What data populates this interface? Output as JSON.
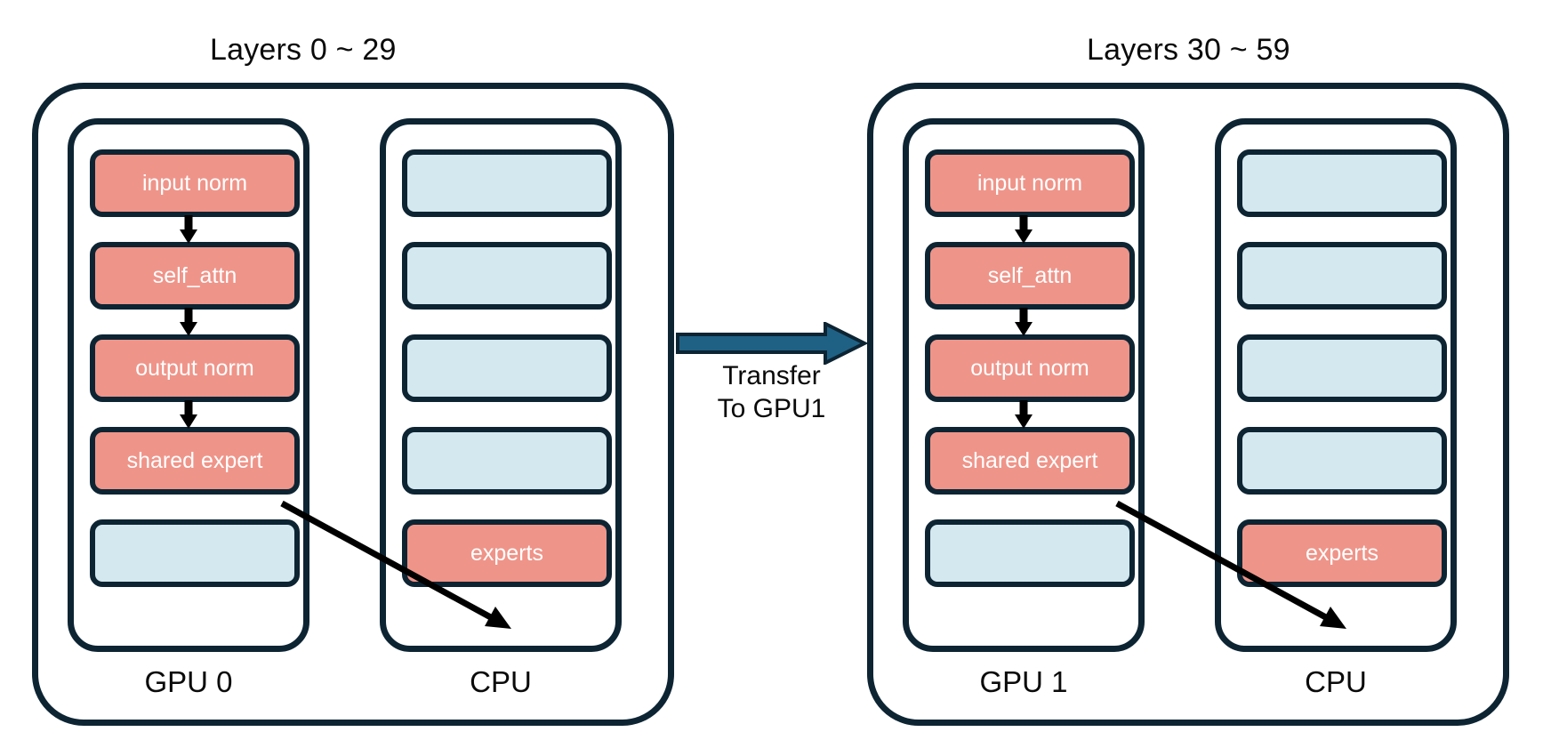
{
  "diagram": {
    "title_left": "Layers 0 ~ 29",
    "title_right": "Layers 30 ~ 59",
    "transfer": {
      "line1": "Transfer",
      "line2": "To GPU1",
      "arrow_color": "#1f6185",
      "arrow_outline": "#0d2433"
    },
    "colors": {
      "outline": "#0d2433",
      "hot_block": "#ef9489",
      "cool_block": "#d3e8ef",
      "background": "#ffffff",
      "text_on_block": "#ffffff",
      "text_label": "#0a0a0a"
    },
    "devices": [
      {
        "id": "device-left",
        "gpu": {
          "caption": "GPU 0",
          "slots": [
            {
              "label": "input norm",
              "kind": "hot"
            },
            {
              "label": "self_attn",
              "kind": "hot"
            },
            {
              "label": "output norm",
              "kind": "hot"
            },
            {
              "label": "shared expert",
              "kind": "hot"
            },
            {
              "label": "",
              "kind": "cool"
            }
          ]
        },
        "cpu": {
          "caption": "CPU",
          "slots": [
            {
              "label": "",
              "kind": "cool"
            },
            {
              "label": "",
              "kind": "cool"
            },
            {
              "label": "",
              "kind": "cool"
            },
            {
              "label": "",
              "kind": "cool"
            },
            {
              "label": "experts",
              "kind": "hot"
            }
          ]
        }
      },
      {
        "id": "device-right",
        "gpu": {
          "caption": "GPU 1",
          "slots": [
            {
              "label": "input norm",
              "kind": "hot"
            },
            {
              "label": "self_attn",
              "kind": "hot"
            },
            {
              "label": "output norm",
              "kind": "hot"
            },
            {
              "label": "shared expert",
              "kind": "hot"
            },
            {
              "label": "",
              "kind": "cool"
            }
          ]
        },
        "cpu": {
          "caption": "CPU",
          "slots": [
            {
              "label": "",
              "kind": "cool"
            },
            {
              "label": "",
              "kind": "cool"
            },
            {
              "label": "",
              "kind": "cool"
            },
            {
              "label": "",
              "kind": "cool"
            },
            {
              "label": "experts",
              "kind": "hot"
            }
          ]
        }
      }
    ]
  }
}
